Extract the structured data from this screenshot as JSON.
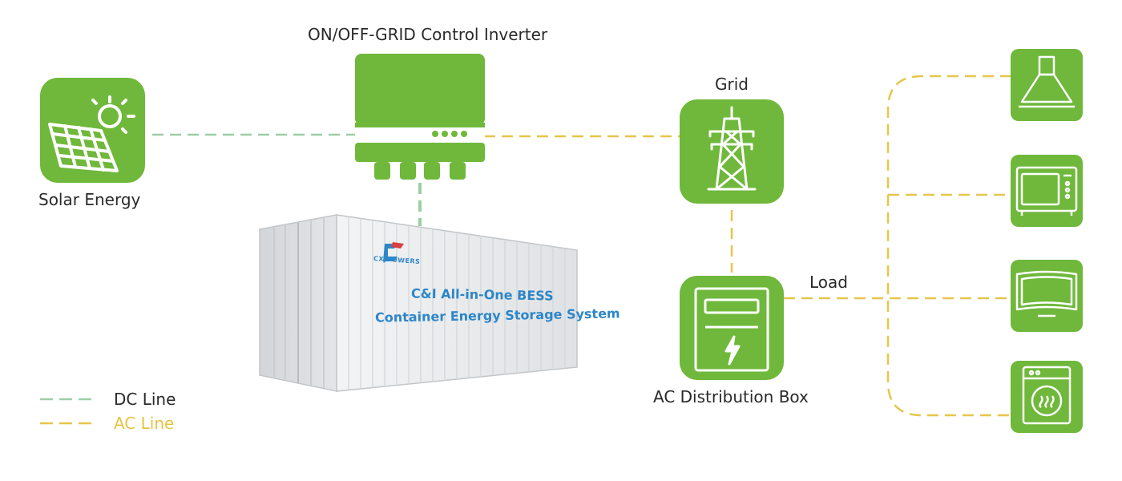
{
  "colors": {
    "green": "#6fb83b",
    "dc_line": "#9ccfa6",
    "ac_line": "#e6c64a",
    "container": "#eceeef",
    "container_text": "#2e86c8"
  },
  "labels": {
    "inverter": "ON/OFF-GRID Control Inverter",
    "solar": "Solar Energy",
    "grid": "Grid",
    "load": "Load",
    "ac_box": "AC Distribution Box"
  },
  "container": {
    "brand": "CXJPOWERS",
    "title_line1": "C&I All-in-One BESS",
    "title_line2": "Container Energy Storage System"
  },
  "legend": {
    "dc": "DC Line",
    "ac": "AC Line"
  },
  "icons": {
    "solar": "solar-panel-sun-icon",
    "inverter": "inverter-icon",
    "grid": "power-tower-icon",
    "ac_box": "distribution-box-icon",
    "loads": [
      "range-hood-icon",
      "microwave-icon",
      "tv-icon",
      "washing-machine-icon"
    ]
  }
}
